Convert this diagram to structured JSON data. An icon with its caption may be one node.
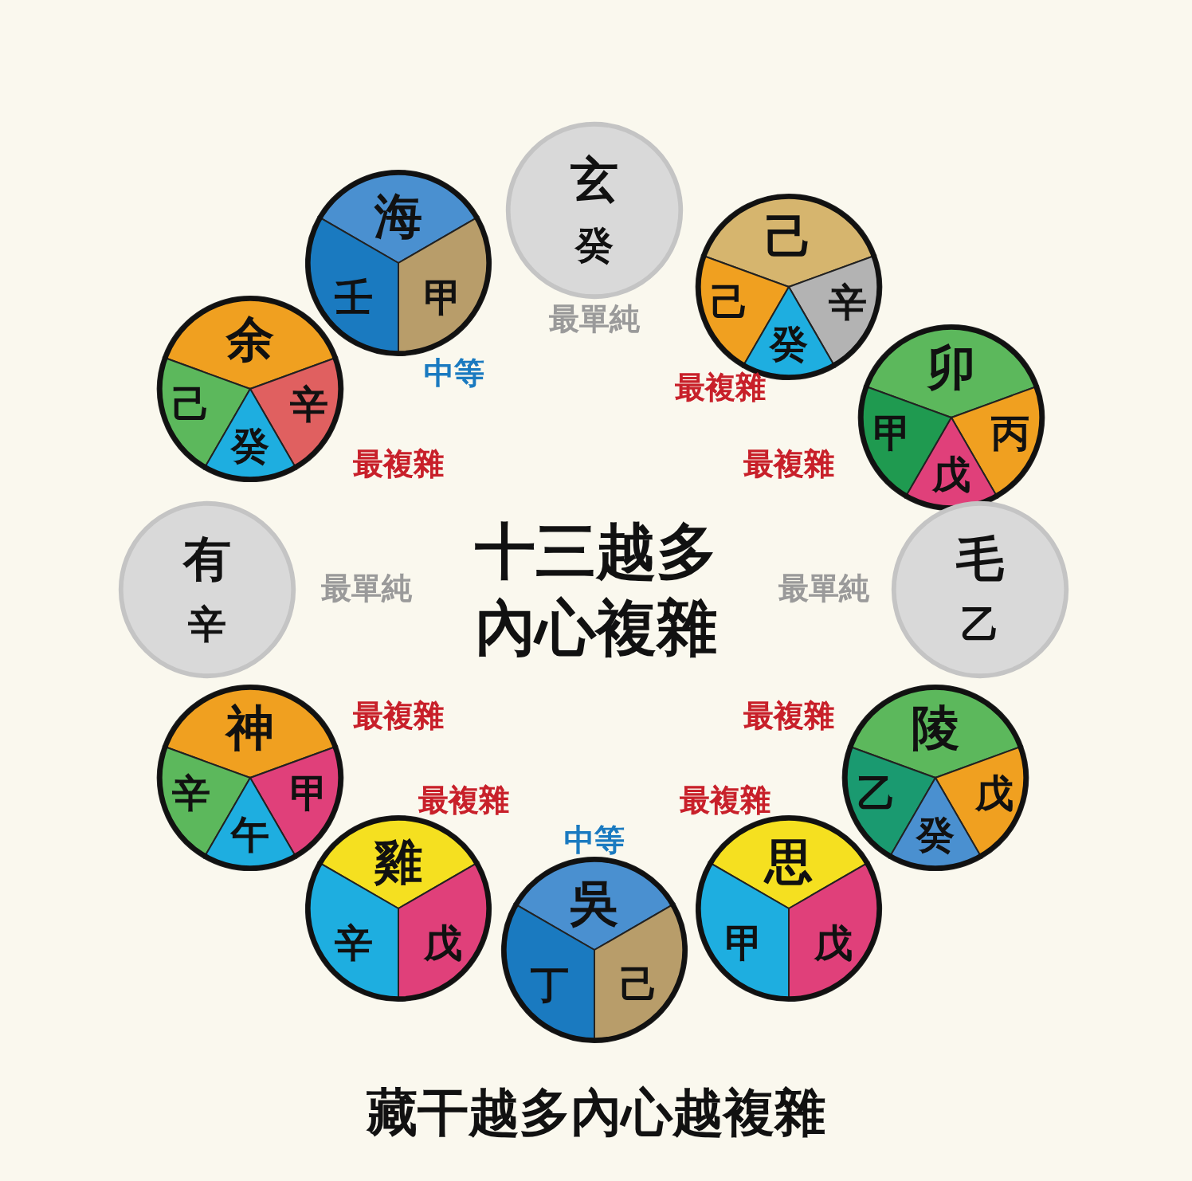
{
  "diagram": {
    "title": "十三越多內心複雜",
    "caption": "藏干越多內心越複雜",
    "nodes": [
      {
        "text": [
          "玄",
          "癸"
        ],
        "beside": [
          "最單純"
        ]
      },
      {
        "text": [
          "己",
          "己",
          "辛",
          "癸"
        ],
        "beside": [
          "最複雜"
        ]
      },
      {
        "text": [
          "卯",
          "甲",
          "丙",
          "戊"
        ],
        "beside": [
          "最複雜"
        ]
      },
      {
        "text": [
          "毛",
          "乙"
        ],
        "beside": [
          "最單純"
        ]
      },
      {
        "text": [
          "陵",
          "乙",
          "戊",
          "癸"
        ],
        "beside": [
          "最複雜"
        ]
      },
      {
        "text": [
          "思",
          "甲",
          "戊"
        ],
        "beside": [
          "最複雜"
        ]
      },
      {
        "text": [
          "吳",
          "丁",
          "己"
        ],
        "beside": [
          "中等"
        ]
      },
      {
        "text": [
          "雞",
          "辛",
          "戊"
        ],
        "beside": [
          "最複雜"
        ]
      },
      {
        "text": [
          "神",
          "辛",
          "甲",
          "午"
        ],
        "beside": [
          "最複雜"
        ]
      },
      {
        "text": [
          "有",
          "辛"
        ],
        "beside": [
          "最單純"
        ]
      },
      {
        "text": [
          "余",
          "己",
          "辛",
          "癸"
        ],
        "beside": [
          "最複雜"
        ]
      },
      {
        "text": [
          "海",
          "壬",
          "甲"
        ],
        "beside": [
          "中等"
        ]
      }
    ]
  }
}
